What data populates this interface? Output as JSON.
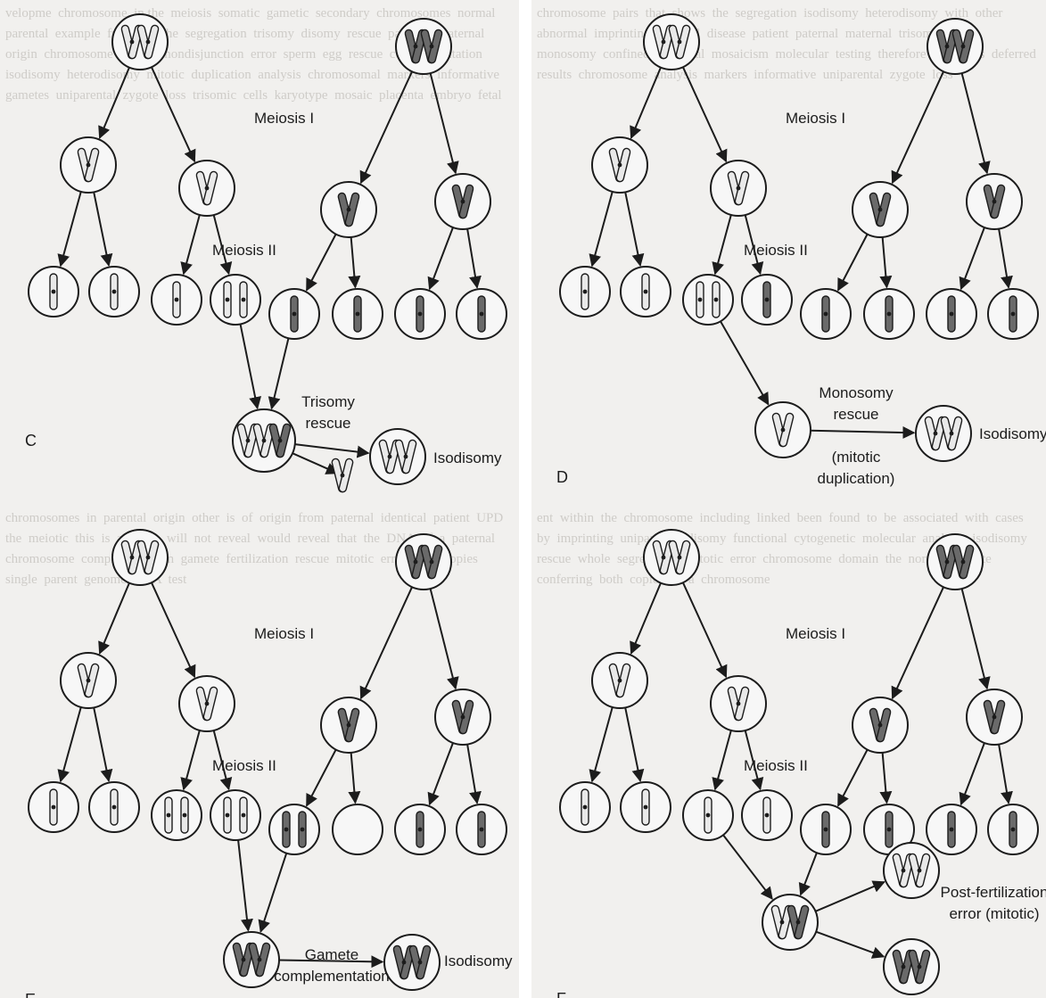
{
  "panels": [
    {
      "key": "C",
      "letter": "C",
      "stage_labels": [
        "Meiosis I",
        "Meiosis II"
      ],
      "rescue_label": [
        "Trisomy",
        "rescue"
      ],
      "outcome_label": "Isodisomy",
      "footnote_lines": []
    },
    {
      "key": "D",
      "letter": "D",
      "stage_labels": [
        "Meiosis I",
        "Meiosis II"
      ],
      "rescue_label": [
        "Monosomy",
        "rescue"
      ],
      "outcome_label": "Isodisomy",
      "footnote_lines": [
        "(mitotic",
        "duplication)"
      ]
    },
    {
      "key": "E",
      "letter": "E",
      "stage_labels": [
        "Meiosis I",
        "Meiosis II"
      ],
      "rescue_label": [
        "Gamete",
        "complementation"
      ],
      "outcome_label": "Isodisomy",
      "footnote_lines": []
    },
    {
      "key": "F",
      "letter": "F",
      "stage_labels": [
        "Meiosis I",
        "Meiosis II"
      ],
      "rescue_label": [
        "Post-fertilization",
        "error (mitotic)"
      ],
      "outcome_label": "",
      "footnote_lines": []
    }
  ],
  "colors": {
    "background": "#ffffff",
    "page_bleed": "#f1f0ee",
    "bleed_text": "#c9c6c2",
    "ink": "#1c1c1c",
    "circle_fill": "#f7f7f7",
    "chromosome_light": "#e9e9e9",
    "chromosome_dark": "#6a6a6a"
  }
}
